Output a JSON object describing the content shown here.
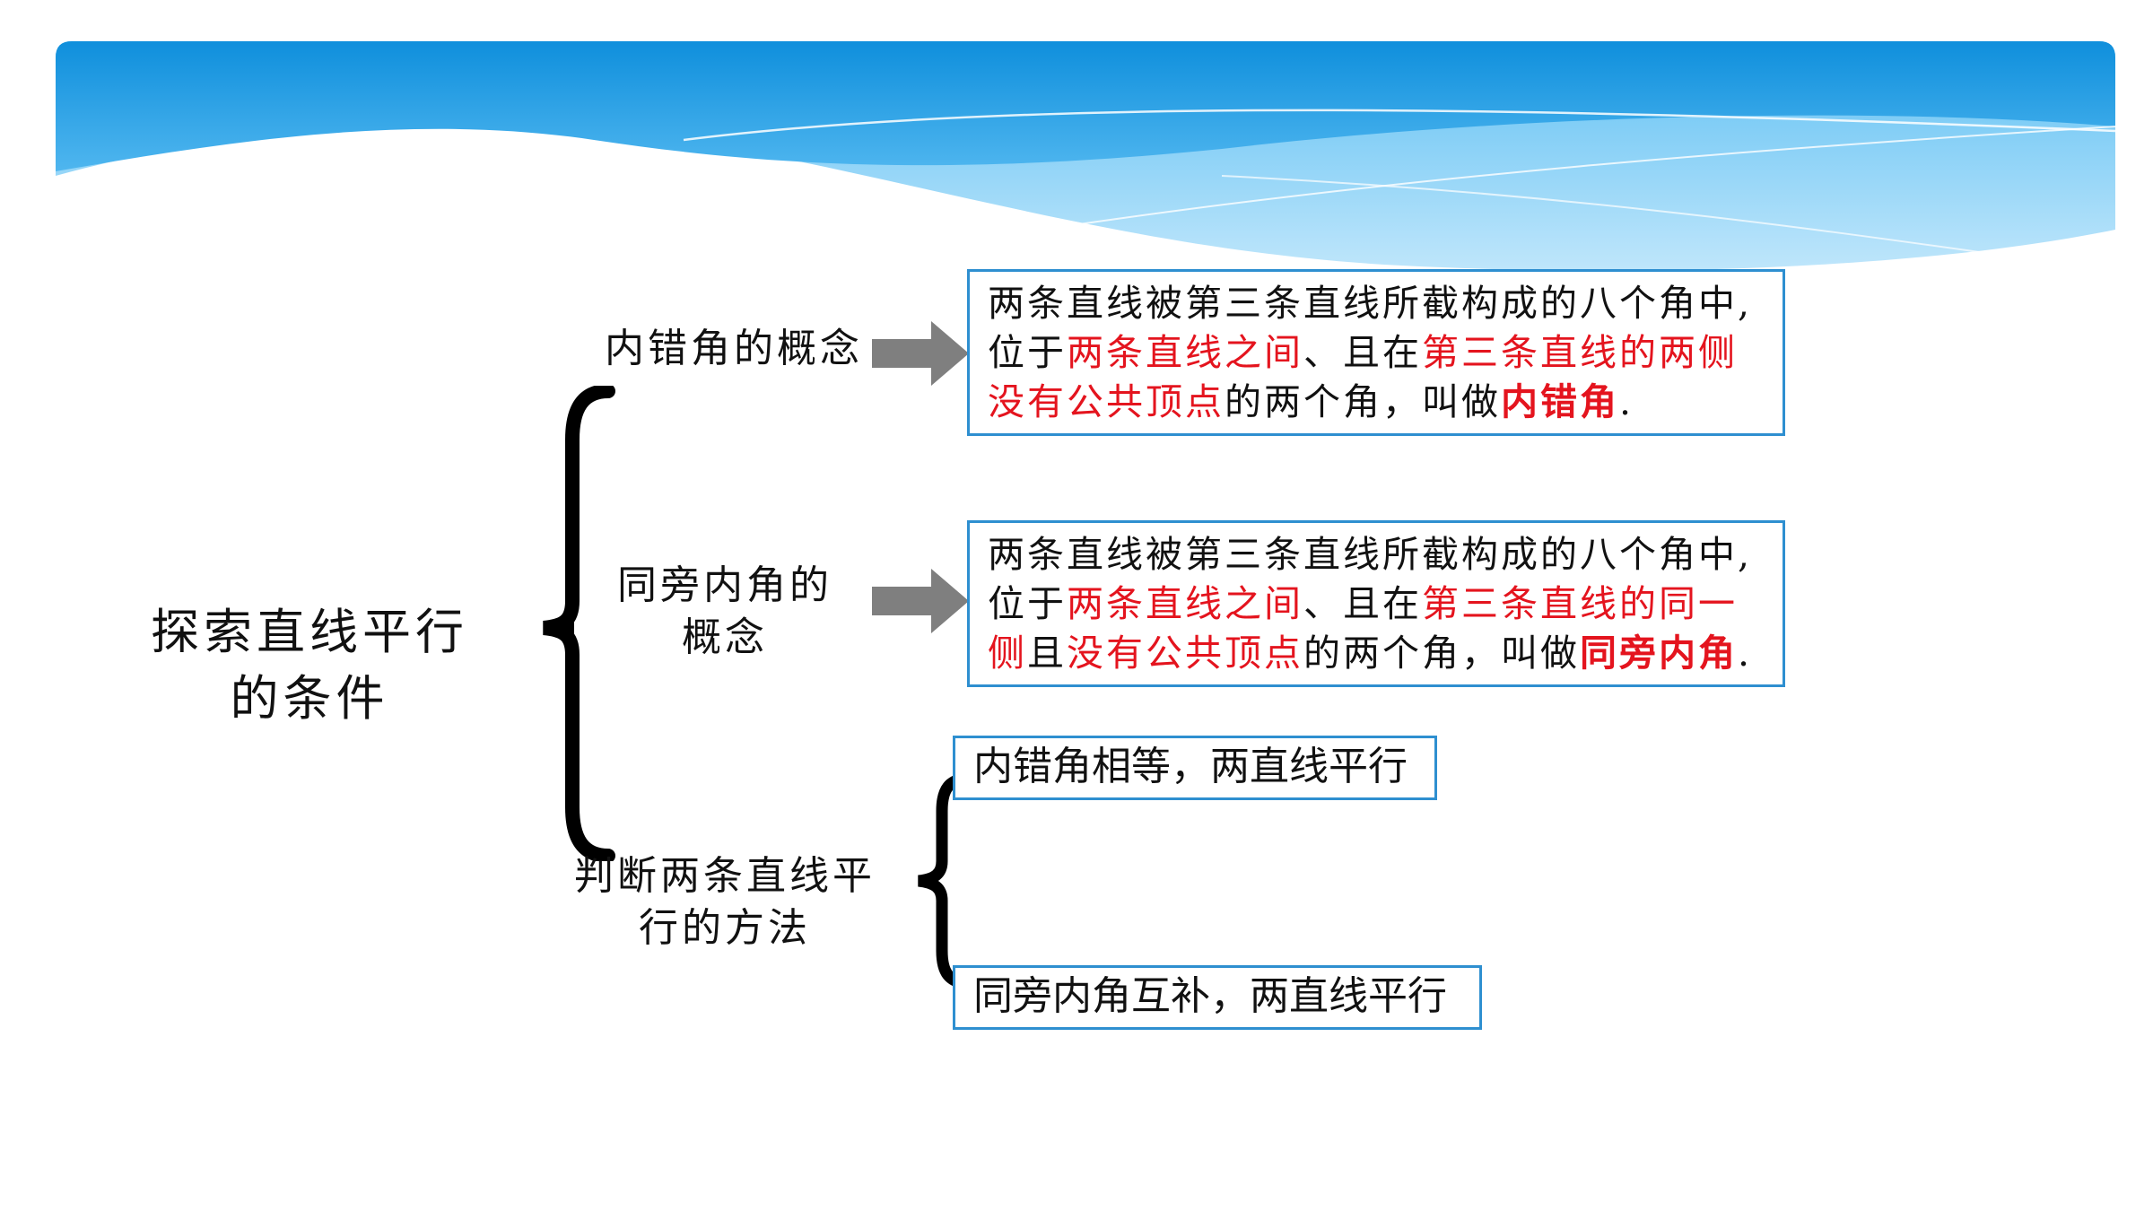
{
  "topic": {
    "line1": "探索直线平行",
    "line2": "的条件"
  },
  "nodes": {
    "alternate_interior": "内错角的概念",
    "same_side_line1": "同旁内角的",
    "same_side_line2": "概念",
    "judge_line1": "判断两条直线平",
    "judge_line2": "行的方法"
  },
  "definitions": {
    "alternate_interior": {
      "s1": "两条直线被第三条直线所截构成的八个角中,",
      "s2": "位于",
      "s3": "两条直线之间",
      "s4": "、且在",
      "s5": "第三条直线的两侧",
      "s6": "没有公共顶点",
      "s7": "的两个角，叫做",
      "s8": "内错角",
      "s9": "."
    },
    "same_side_interior": {
      "s1": "两条直线被第三条直线所截构成的八个角中,",
      "s2": "位于",
      "s3": "两条直线之间",
      "s4": "、且在",
      "s5": "第三条直线的同一",
      "s6": "侧",
      "s7": "且",
      "s8": "没有公共顶点",
      "s9": "的两个角，叫做",
      "s10": "同旁内角",
      "s11": "."
    }
  },
  "methods": {
    "m1": "内错角相等，两直线平行",
    "m2": "同旁内角互补，两直线平行"
  },
  "colors": {
    "highlight": "#e4141e",
    "box_border": "#2e8fd0",
    "arrow": "#7f7f7f",
    "banner_blue": "#1a9ae0"
  }
}
